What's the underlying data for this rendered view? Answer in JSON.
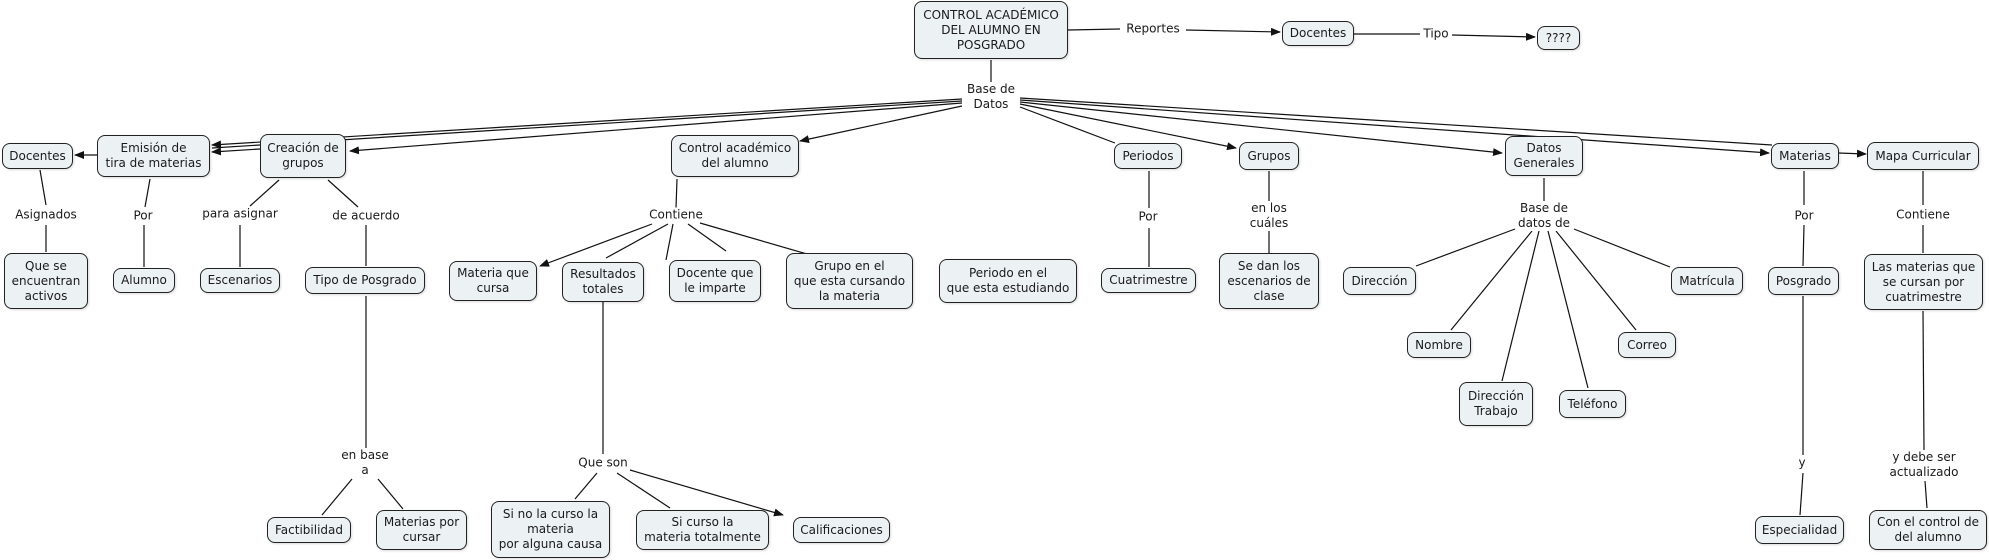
{
  "nodes": {
    "root": "CONTROL ACADÉMICO\nDEL ALUMNO EN\nPOSGRADO",
    "docentes_top": "Docentes",
    "tipo_unknown": "????",
    "docentes_left": "Docentes",
    "emision": "Emisión de\ntira de materias",
    "creacion": "Creación de\ngrupos",
    "control": "Control académico\ndel alumno",
    "periodos": "Periodos",
    "grupos": "Grupos",
    "datos_generales": "Datos\nGenerales",
    "materias": "Materias",
    "mapa": "Mapa Curricular",
    "activos": "Que se\nencuentran\nactivos",
    "alumno": "Alumno",
    "escenarios": "Escenarios",
    "tipo_posgrado": "Tipo de Posgrado",
    "materia_cursa": "Materia que\ncursa",
    "resultados": "Resultados\ntotales",
    "docente_imparte": "Docente que\nle imparte",
    "grupo_cursando": "Grupo en el\nque esta cursando\nla materia",
    "periodo_estudiando": "Periodo en el\nque esta estudiando",
    "cuatrimestre": "Cuatrimestre",
    "se_dan": "Se dan los\nescenarios de\nclase",
    "direccion": "Dirección",
    "nombre": "Nombre",
    "direccion_trabajo": "Dirección\nTrabajo",
    "telefono": "Teléfono",
    "correo": "Correo",
    "matricula": "Matrícula",
    "posgrado": "Posgrado",
    "materias_cuatri": "Las materias que\nse cursan por\ncuatrimestre",
    "factibilidad": "Factibilidad",
    "materias_cursar": "Materias por\ncursar",
    "no_curso": "Si no la curso la\nmateria\npor alguna causa",
    "si_curso": "Si curso la\nmateria totalmente",
    "calificaciones": "Calificaciones",
    "especialidad": "Especialidad",
    "con_control": "Con el control de\ndel alumno"
  },
  "links": {
    "reportes": "Reportes",
    "tipo": "Tipo",
    "base_datos": "Base de\nDatos",
    "asignados": "Asignados",
    "por_alumno": "Por",
    "para_asignar": "para asignar",
    "de_acuerdo": "de acuerdo",
    "contiene": "Contiene",
    "por_periodos": "Por",
    "en_los_cuales": "en los\ncuáles",
    "base_datos_de": "Base de\ndatos de",
    "por_materias": "Por",
    "contiene_mapa": "Contiene",
    "en_base_a": "en base\na",
    "que_son": "Que son",
    "y": "y",
    "debe_actualizado": "y debe ser\nactualizado"
  },
  "colors": {
    "node_fill": "#ecf2f4",
    "node_border": "#222222",
    "line": "#111111"
  }
}
